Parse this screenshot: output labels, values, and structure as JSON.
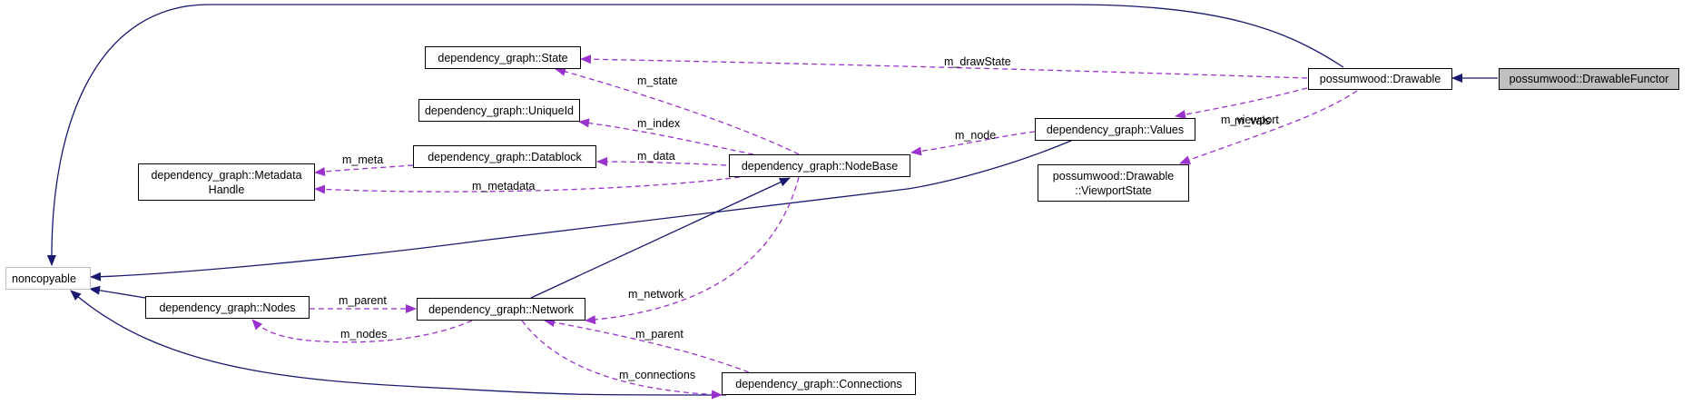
{
  "nodes": {
    "drawable_functor": "possumwood::DrawableFunctor",
    "drawable": "possumwood::Drawable",
    "state": "dependency_graph::State",
    "unique_id": "dependency_graph::UniqueId",
    "datablock": "dependency_graph::Datablock",
    "metadata_handle": "dependency_graph::Metadata\nHandle",
    "node_base": "dependency_graph::NodeBase",
    "values": "dependency_graph::Values",
    "viewport_state": "possumwood::Drawable\n::ViewportState",
    "noncopyable": "noncopyable",
    "nodes": "dependency_graph::Nodes",
    "network": "dependency_graph::Network",
    "connections": "dependency_graph::Connections"
  },
  "edge_labels": {
    "draw_state": "m_drawState",
    "state": "m_state",
    "vals": "m_vals",
    "viewport": "m_viewport",
    "index": "m_index",
    "node": "m_node",
    "meta": "m_meta",
    "data": "m_data",
    "metadata": "m_metadata",
    "network": "m_network",
    "parent_nodes": "m_parent",
    "nodes": "m_nodes",
    "parent_conn": "m_parent",
    "connections": "m_connections"
  },
  "colors": {
    "inheritance": "#191970",
    "usage": "#9a32cd",
    "node_border": "#000000",
    "external_border": "#bfbfbf",
    "focus_fill": "#bfbfbf"
  }
}
